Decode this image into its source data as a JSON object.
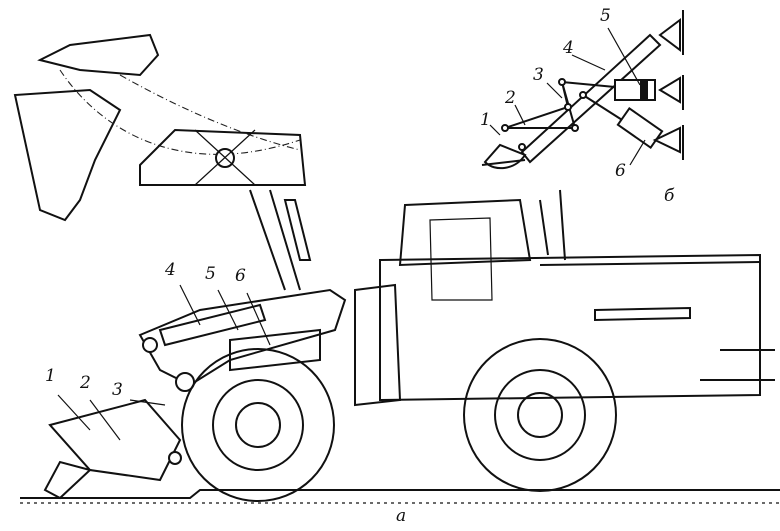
{
  "figure": {
    "main_view_label": "а",
    "scheme_view_label": "б",
    "main_callouts": [
      "1",
      "2",
      "3",
      "4",
      "5",
      "6"
    ],
    "scheme_callouts": [
      "1",
      "2",
      "3",
      "4",
      "5",
      "6"
    ]
  }
}
